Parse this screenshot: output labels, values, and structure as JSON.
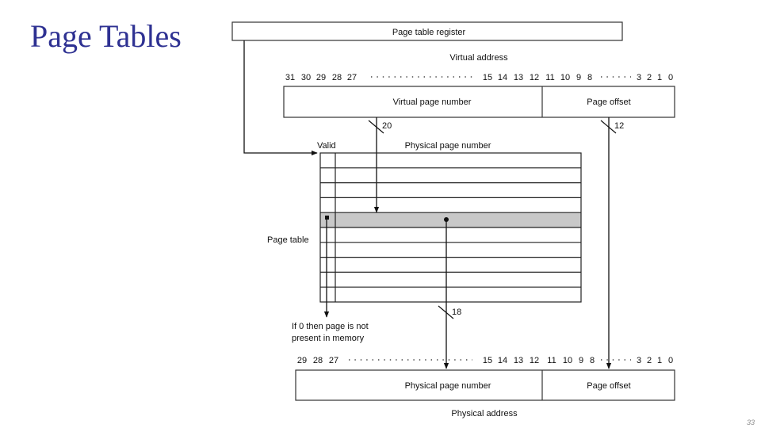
{
  "slide": {
    "title": "Page Tables",
    "page_number": "33"
  },
  "diagram": {
    "page_table_register": "Page table register",
    "virtual_address_label": "Virtual address",
    "virtual_bits": {
      "left": [
        "31",
        "30",
        "29",
        "28",
        "27"
      ],
      "middle": [
        "15",
        "14",
        "13",
        "12",
        "11",
        "10",
        "9",
        "8"
      ],
      "right": [
        "3",
        "2",
        "1",
        "0"
      ]
    },
    "virtual_page_number": "Virtual page number",
    "page_offset_top": "Page offset",
    "vpn_width": "20",
    "offset_width_top": "12",
    "valid_label": "Valid",
    "physical_page_number_header": "Physical page number",
    "page_table_label": "Page table",
    "ppn_width": "18",
    "invalid_note_line1": "If 0 then page is not",
    "invalid_note_line2": "present in memory",
    "physical_bits": {
      "left": [
        "29",
        "28",
        "27"
      ],
      "middle": [
        "15",
        "14",
        "13",
        "12",
        "11",
        "10",
        "9",
        "8"
      ],
      "right": [
        "3",
        "2",
        "1",
        "0"
      ]
    },
    "physical_page_number": "Physical page number",
    "page_offset_bottom": "Page offset",
    "physical_address_label": "Physical address"
  }
}
